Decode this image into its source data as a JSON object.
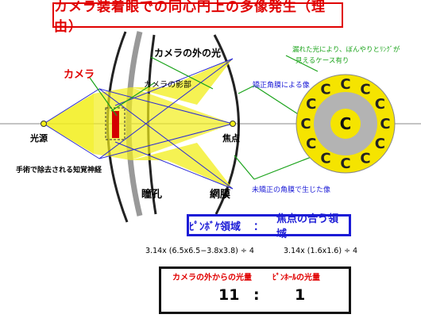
{
  "title": "カメラ装着眼での同心円上の多像発生（理由）",
  "labels": {
    "camera": "カメラ",
    "outside_light": "カメラの外の光",
    "camera_shadow": "カメラの影部",
    "light_source": "光源",
    "nerve": "手術で除去される知覚神経",
    "pupil": "瞳孔",
    "retina": "網膜",
    "focus": "焦点",
    "corrected_image": "矯正角膜による像",
    "uncorrected_image": "未矯正の角膜で生じた像",
    "leak_note_line1": "漏れた光により、ぼんやりとﾘﾝｸﾞが",
    "leak_note_line2": "見えるケース有り"
  },
  "ring": {
    "center_glyph": "C",
    "outer_glyph": "C"
  },
  "region_box": {
    "left": "ﾋﾟﾝﾎﾞｹ領域",
    "sep": "：",
    "right": "焦点の合う領域"
  },
  "formulas": {
    "left": "3.14x (6.5x6.5−3.8x3.8) ÷ 4",
    "right": "3.14x (1.6x1.6) ÷ 4"
  },
  "ratio": {
    "left_label": "カメラの外からの光量",
    "right_label": "ﾋﾟﾝﾎｰﾙの光量",
    "left_value": "11",
    "sep": ":",
    "right_value": "1"
  },
  "colors": {
    "accent_red": "#e00000",
    "accent_blue": "#1b1bd6",
    "beam_yellow": "#f2ee1a",
    "guide_green": "#1aa31a",
    "ring_yellow": "#f5e400"
  }
}
